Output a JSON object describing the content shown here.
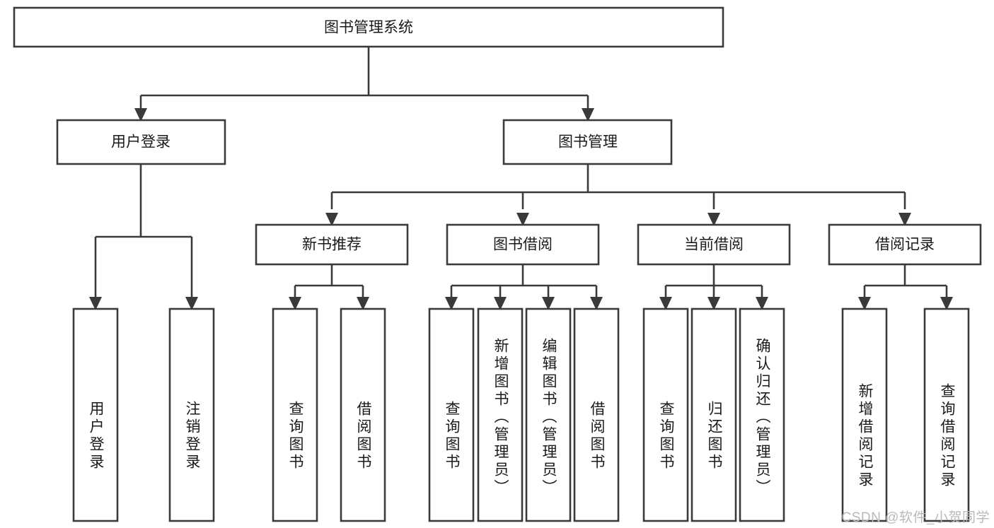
{
  "diagram": {
    "type": "tree-hierarchy",
    "orientation": "top-down",
    "colors": {
      "stroke": "#3a3a3a",
      "fill": "#ffffff",
      "text": "#1a1a1a",
      "background": "#ffffff",
      "watermark": "#b9b9b9"
    },
    "root": {
      "label": "图书管理系统"
    },
    "level2": [
      {
        "label": "用户登录"
      },
      {
        "label": "图书管理"
      }
    ],
    "level3": [
      {
        "label": "新书推荐"
      },
      {
        "label": "图书借阅"
      },
      {
        "label": "当前借阅"
      },
      {
        "label": "借阅记录"
      }
    ],
    "leaves": {
      "user_login": [
        {
          "label": "用户登录"
        },
        {
          "label": "注销登录"
        }
      ],
      "new_book_recommend": [
        {
          "label": "查询图书"
        },
        {
          "label": "借阅图书"
        }
      ],
      "book_borrow": [
        {
          "label": "查询图书"
        },
        {
          "label": "新增图书（管理员）"
        },
        {
          "label": "编辑图书（管理员）"
        },
        {
          "label": "借阅图书"
        }
      ],
      "current_borrow": [
        {
          "label": "查询图书"
        },
        {
          "label": "归还图书"
        },
        {
          "label": "确认归还（管理员）"
        }
      ],
      "borrow_record": [
        {
          "label": "新增借阅记录"
        },
        {
          "label": "查询借阅记录"
        }
      ]
    }
  },
  "watermark": {
    "text": "CSDN @软件_小贺同学"
  }
}
